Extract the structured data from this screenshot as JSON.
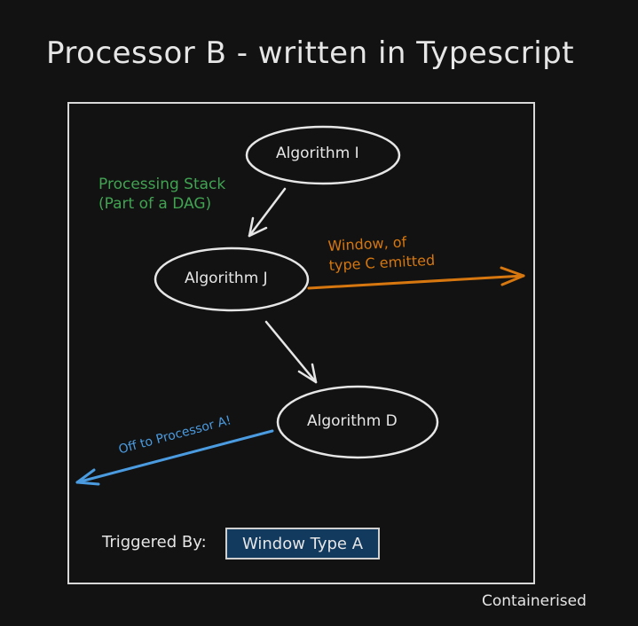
{
  "title": "Processor B - written in Typescript",
  "nodes": [
    {
      "id": "algorithm-i",
      "label": "Algorithm I"
    },
    {
      "id": "algorithm-j",
      "label": "Algorithm J"
    },
    {
      "id": "algorithm-d",
      "label": "Algorithm D"
    }
  ],
  "annotations": {
    "stack_line1": "Processing Stack",
    "stack_line2": "(Part of a DAG)",
    "emit_line1": "Window, of",
    "emit_line2": "type C emitted",
    "offload": "Off to Processor A!"
  },
  "trigger": {
    "label": "Triggered By:",
    "value": "Window Type A"
  },
  "footer": "Containerised",
  "colors": {
    "background": "#121212",
    "stroke": "#e6e6e6",
    "green": "#41a352",
    "orange": "#d6770f",
    "blue": "#4a9be0",
    "badge": "#12395e"
  },
  "edges": [
    {
      "from": "algorithm-i",
      "to": "algorithm-j"
    },
    {
      "from": "algorithm-j",
      "to": "algorithm-d"
    },
    {
      "from": "algorithm-j",
      "to": "external",
      "label": "Window, of type C emitted"
    },
    {
      "from": "algorithm-d",
      "to": "processor-a",
      "label": "Off to Processor A!"
    }
  ]
}
